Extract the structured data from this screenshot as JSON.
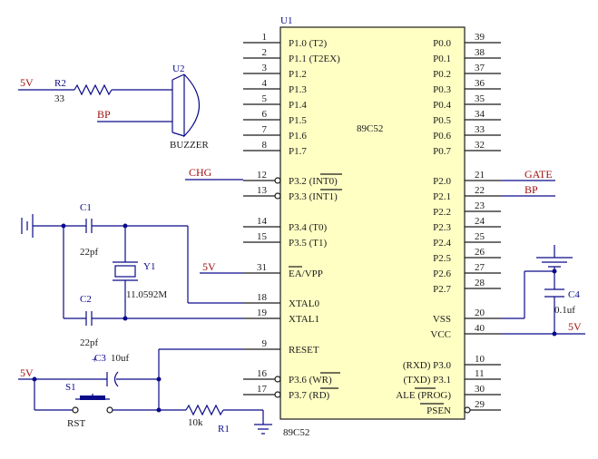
{
  "chip": {
    "designator": "U1",
    "part": "89C52",
    "footer": "89C52",
    "left_pins": [
      {
        "num": "1",
        "name": "P1.0 (T2)"
      },
      {
        "num": "2",
        "name": "P1.1 (T2EX)"
      },
      {
        "num": "3",
        "name": "P1.2"
      },
      {
        "num": "4",
        "name": "P1.3"
      },
      {
        "num": "5",
        "name": "P1.4"
      },
      {
        "num": "6",
        "name": "P1.5"
      },
      {
        "num": "7",
        "name": "P1.6"
      },
      {
        "num": "8",
        "name": "P1.7"
      },
      {
        "num": "12",
        "name": "P3.2 (INT0)"
      },
      {
        "num": "13",
        "name": "P3.3 (INT1)"
      },
      {
        "num": "14",
        "name": "P3.4 (T0)"
      },
      {
        "num": "15",
        "name": "P3.5 (T1)"
      },
      {
        "num": "31",
        "name": "EA/VPP"
      },
      {
        "num": "18",
        "name": "XTAL0"
      },
      {
        "num": "19",
        "name": "XTAL1"
      },
      {
        "num": "9",
        "name": "RESET"
      },
      {
        "num": "16",
        "name": "P3.6 (WR)"
      },
      {
        "num": "17",
        "name": "P3.7 (RD)"
      }
    ],
    "right_pins": [
      {
        "num": "39",
        "name": "P0.0"
      },
      {
        "num": "38",
        "name": "P0.1"
      },
      {
        "num": "37",
        "name": "P0.2"
      },
      {
        "num": "36",
        "name": "P0.3"
      },
      {
        "num": "35",
        "name": "P0.4"
      },
      {
        "num": "34",
        "name": "P0.5"
      },
      {
        "num": "33",
        "name": "P0.6"
      },
      {
        "num": "32",
        "name": "P0.7"
      },
      {
        "num": "21",
        "name": "P2.0"
      },
      {
        "num": "22",
        "name": "P2.1"
      },
      {
        "num": "23",
        "name": "P2.2"
      },
      {
        "num": "24",
        "name": "P2.3"
      },
      {
        "num": "25",
        "name": "P2.4"
      },
      {
        "num": "26",
        "name": "P2.5"
      },
      {
        "num": "27",
        "name": "P2.6"
      },
      {
        "num": "28",
        "name": "P2.7"
      },
      {
        "num": "20",
        "name": "VSS"
      },
      {
        "num": "40",
        "name": "VCC"
      },
      {
        "num": "10",
        "name": "(RXD) P3.0"
      },
      {
        "num": "11",
        "name": "(TXD) P3.1"
      },
      {
        "num": "30",
        "name": "ALE (PROG)"
      },
      {
        "num": "29",
        "name": "PSEN"
      }
    ]
  },
  "buzzer": {
    "ref": "U2",
    "name": "BUZZER"
  },
  "r2": {
    "ref": "R2",
    "value": "33"
  },
  "r1": {
    "ref": "R1",
    "value": "10k"
  },
  "c1": {
    "ref": "C1",
    "value": "22pf"
  },
  "c2": {
    "ref": "C2",
    "value": "22pf"
  },
  "c3": {
    "ref": "C3",
    "value": "10uf",
    "polarity": "+"
  },
  "c4": {
    "ref": "C4",
    "value": "0.1uf"
  },
  "y1": {
    "ref": "Y1",
    "value": "11.0592M"
  },
  "s1": {
    "ref": "S1",
    "label": "RST"
  },
  "nets": {
    "buzzer_5v": "5V",
    "buzzer_bp": "BP",
    "chg": "CHG",
    "ea_5v": "5V",
    "gate": "GATE",
    "bp_out": "BP",
    "vcc_5v": "5V",
    "reset_5v": "5V"
  },
  "colors": {
    "wire": "#0a0a8a",
    "chip_fill": "#ffffc4",
    "net_label": "#a01010",
    "pin": "#1a1a1a"
  }
}
